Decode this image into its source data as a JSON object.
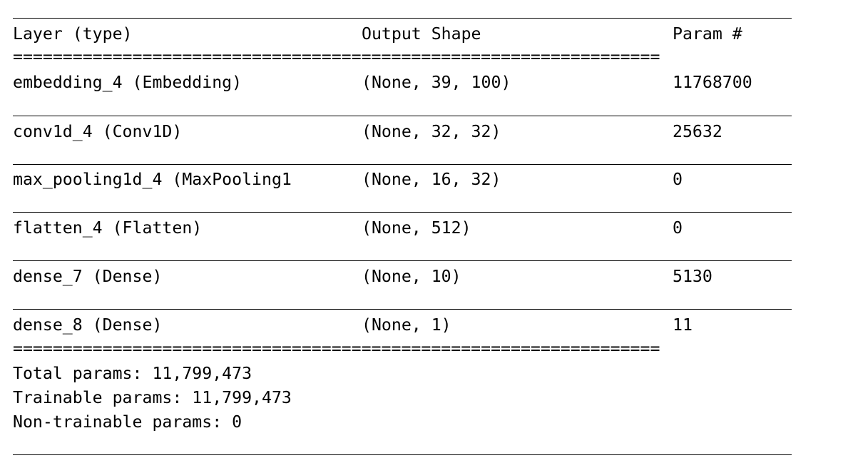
{
  "header": {
    "layer": "Layer (type)",
    "output_shape": "Output Shape",
    "params": "Param #"
  },
  "layers": [
    {
      "layer": "embedding_4 (Embedding)",
      "output_shape": "(None, 39, 100)",
      "params": "11768700"
    },
    {
      "layer": "conv1d_4 (Conv1D)",
      "output_shape": "(None, 32, 32)",
      "params": "25632"
    },
    {
      "layer": "max_pooling1d_4 (MaxPooling1",
      "output_shape": "(None, 16, 32)",
      "params": "0"
    },
    {
      "layer": "flatten_4 (Flatten)",
      "output_shape": "(None, 512)",
      "params": "0"
    },
    {
      "layer": "dense_7 (Dense)",
      "output_shape": "(None, 10)",
      "params": "5130"
    },
    {
      "layer": "dense_8 (Dense)",
      "output_shape": "(None, 1)",
      "params": "11"
    }
  ],
  "separator": "=================================================================",
  "totals": {
    "total": "Total params: 11,799,473",
    "trainable": "Trainable params: 11,799,473",
    "non_trainable": "Non-trainable params: 0"
  }
}
